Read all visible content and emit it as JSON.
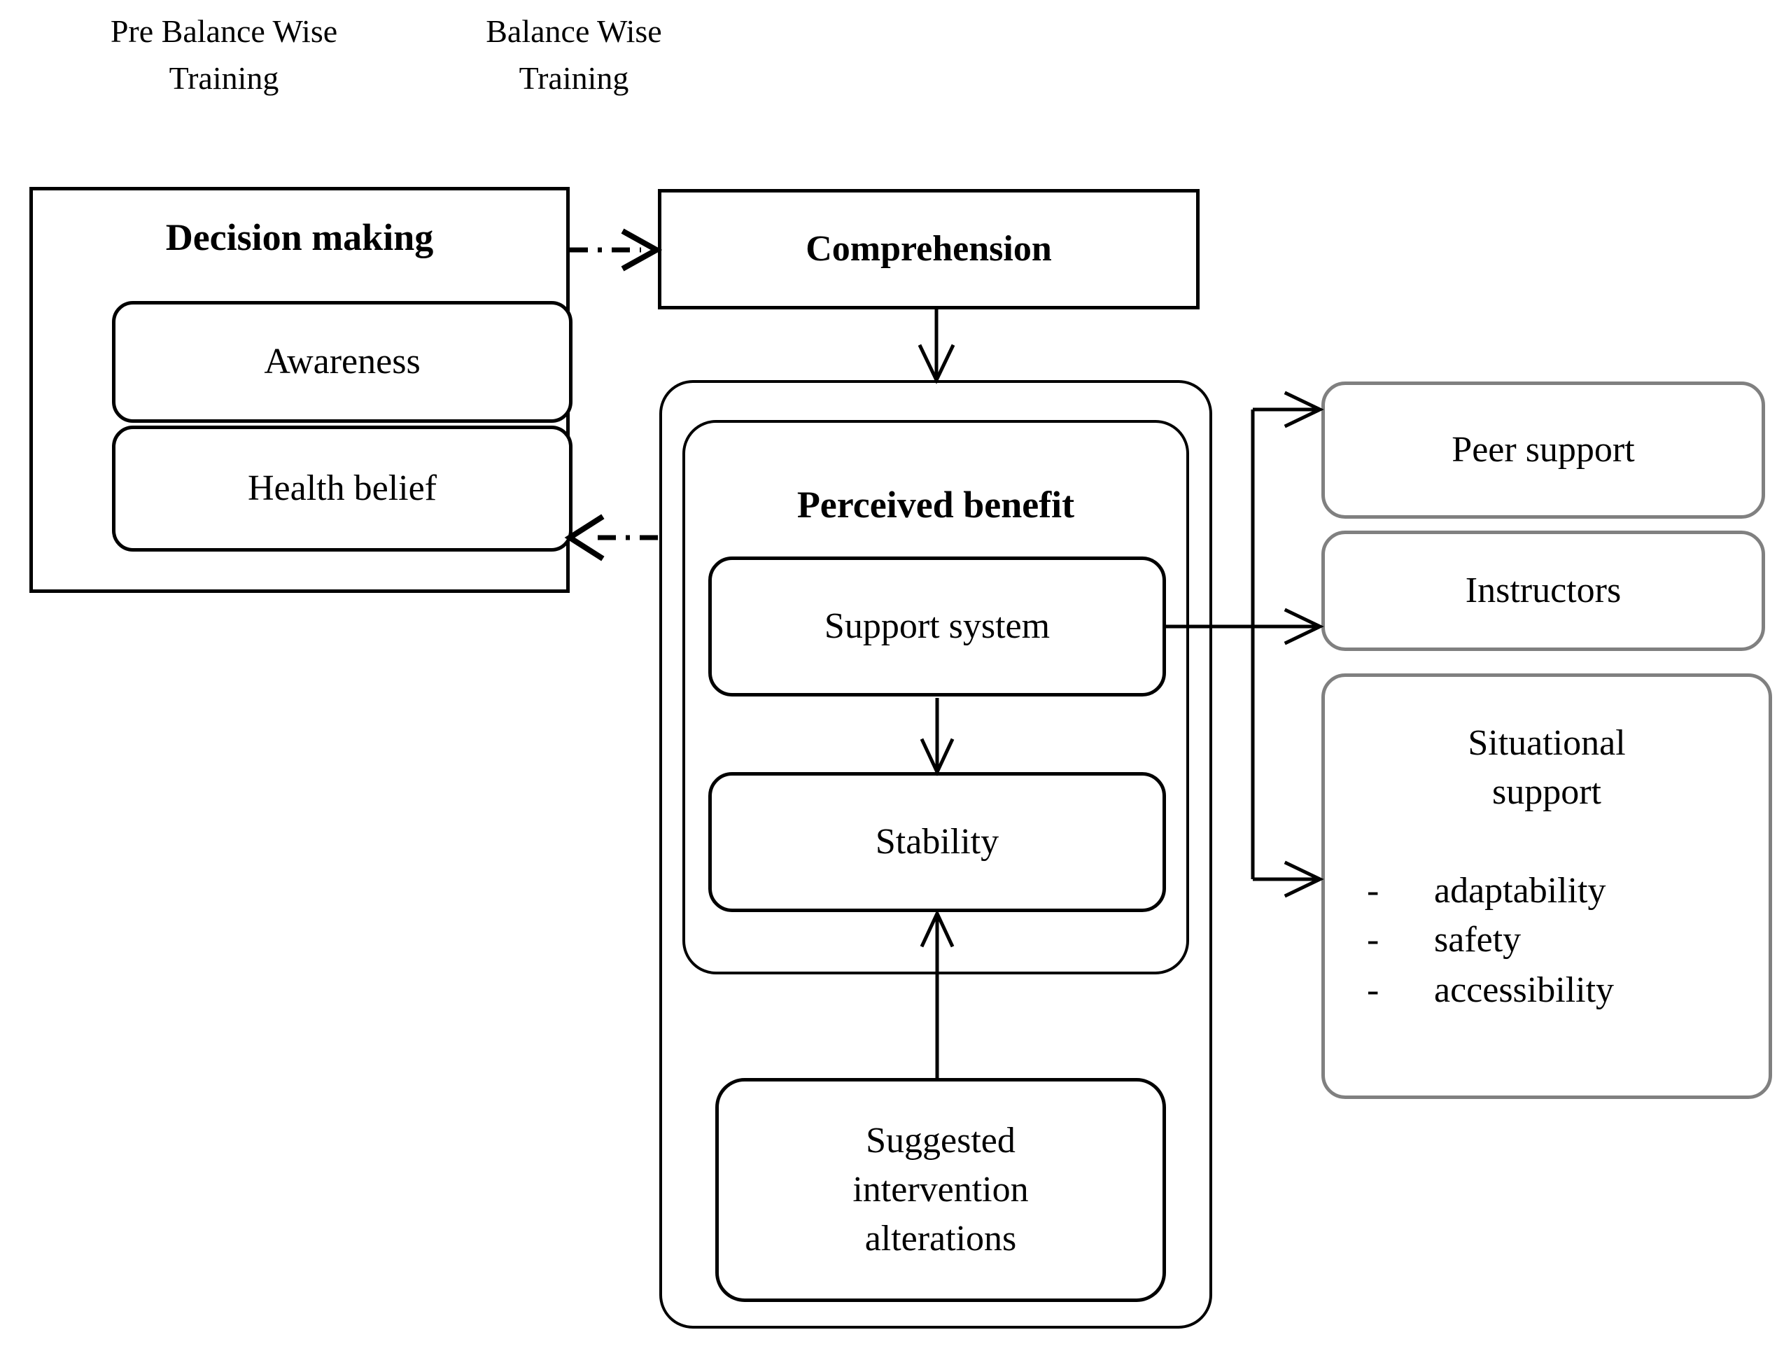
{
  "headings": {
    "left": "Pre Balance Wise\nTraining",
    "right": "Balance Wise\nTraining"
  },
  "pre_training": {
    "title": "Decision making",
    "items": [
      {
        "label": "Awareness"
      },
      {
        "label": "Health belief"
      }
    ]
  },
  "training": {
    "comprehension": "Comprehension",
    "perceived_benefit": {
      "title": "Perceived benefit",
      "items": [
        {
          "label": "Support system"
        },
        {
          "label": "Stability"
        }
      ]
    },
    "suggested": "Suggested\nintervention\nalterations"
  },
  "support_sources": [
    {
      "label": "Peer support"
    },
    {
      "label": "Instructors"
    }
  ],
  "situational_support": {
    "title": "Situational\nsupport",
    "bullet_marker": "-",
    "bullets": [
      {
        "label": "adaptability"
      },
      {
        "label": "safety"
      },
      {
        "label": "accessibility"
      }
    ]
  },
  "colors": {
    "stroke_black": "#000000",
    "stroke_gray": "#808080",
    "background": "#ffffff"
  }
}
